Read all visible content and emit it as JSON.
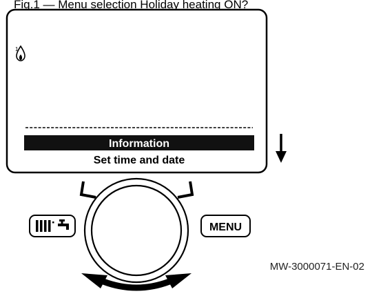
{
  "caption": "Fig.1 — Menu selection Holiday heating ON?",
  "display": {
    "flame_indicator": "1",
    "menu_items": [
      {
        "label": "Information",
        "highlighted": true
      },
      {
        "label": "Set time and date",
        "highlighted": false
      }
    ]
  },
  "controls": {
    "menu_button_label": "MENU",
    "heating_dhw_button": "radiator-tap-icon"
  },
  "reference_code": "MW-3000071-EN-02"
}
